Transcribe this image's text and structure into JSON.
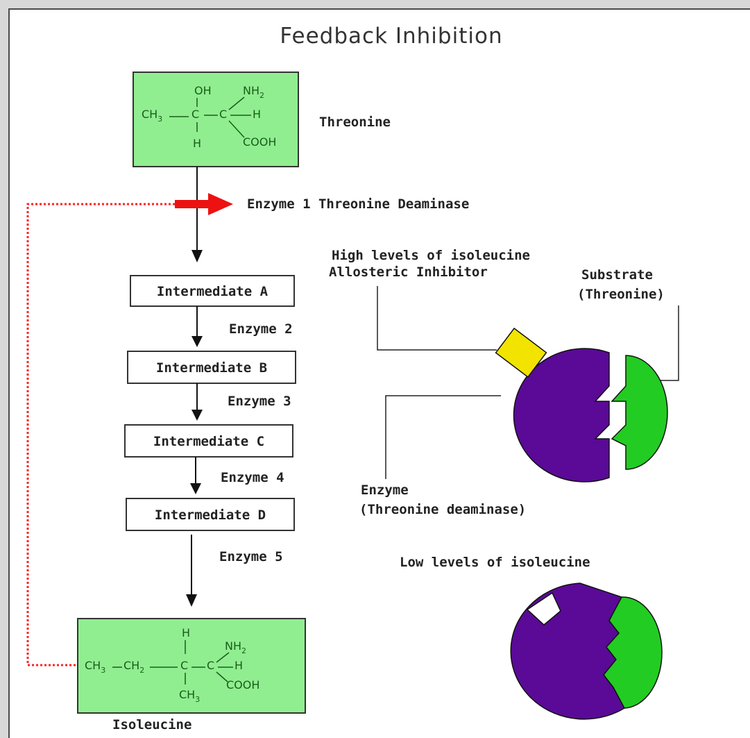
{
  "title": "Feedback Inhibition",
  "threonine": {
    "name": "Threonine",
    "formula": {
      "oh": "OH",
      "nh2": "NH",
      "nh2_sub": "2",
      "ch3": "CH",
      "ch3_sub": "3",
      "c1": "C",
      "c2": "C",
      "h_right": "H",
      "h_bottom": "H",
      "cooh": "COOH"
    }
  },
  "enzyme1": "Enzyme 1 Threonine Deaminase",
  "intermediates": [
    "Intermediate A",
    "Intermediate B",
    "Intermediate C",
    "Intermediate D"
  ],
  "enzymes": [
    "Enzyme 2",
    "Enzyme 3",
    "Enzyme 4",
    "Enzyme 5"
  ],
  "isoleucine": {
    "name": "Isoleucine",
    "formula": {
      "h_top": "H",
      "nh2": "NH",
      "nh2_sub": "2",
      "ch3a": "CH",
      "ch3a_sub": "3",
      "ch2": "CH",
      "ch2_sub": "2",
      "c1": "C",
      "c2": "C",
      "h_right": "H",
      "cooh": "COOH",
      "ch3b": "CH",
      "ch3b_sub": "3"
    }
  },
  "high_levels": {
    "line1": "High levels of isoleucine",
    "line2": "Allosteric Inhibitor"
  },
  "substrate": {
    "line1": "Substrate",
    "line2": "(Threonine)"
  },
  "enzyme_label": {
    "line1": "Enzyme",
    "line2": "(Threonine deaminase)"
  },
  "low_levels": "Low levels of isoleucine",
  "colors": {
    "enzyme": "#5a0a96",
    "substrate": "#22cc22",
    "inhibitor": "#f2e400",
    "molecule_box": "#90ee90",
    "feedback": "#ff0000"
  }
}
